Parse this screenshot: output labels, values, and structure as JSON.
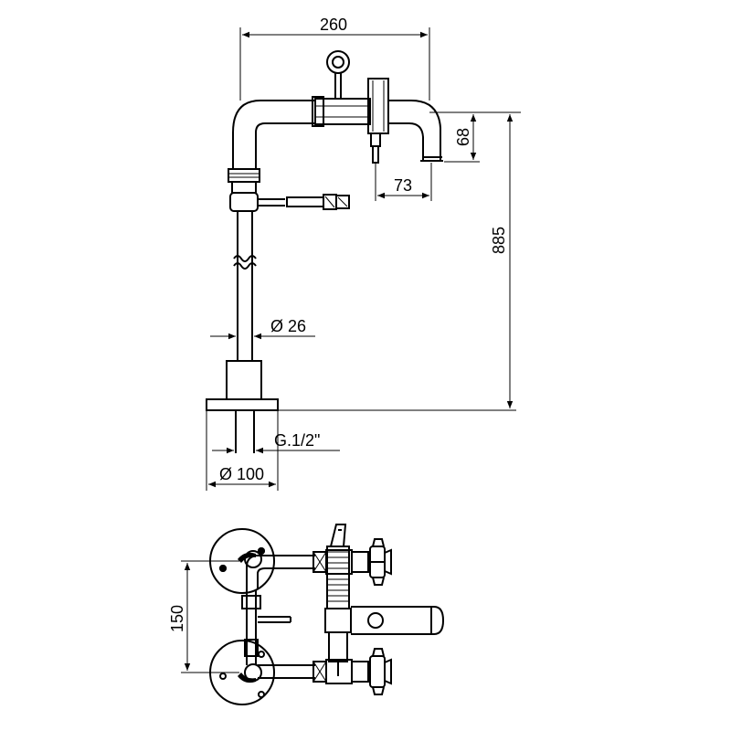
{
  "drawing": {
    "dimensions": {
      "overall_width": "260",
      "spout_drop": "68",
      "spout_projection": "73",
      "overall_height": "885",
      "pipe_diameter": "Ø 26",
      "thread": "G.1/2\"",
      "flange_diameter": "Ø 100",
      "inlet_spacing": "150"
    },
    "line_color": "#000000",
    "background": "#ffffff"
  }
}
